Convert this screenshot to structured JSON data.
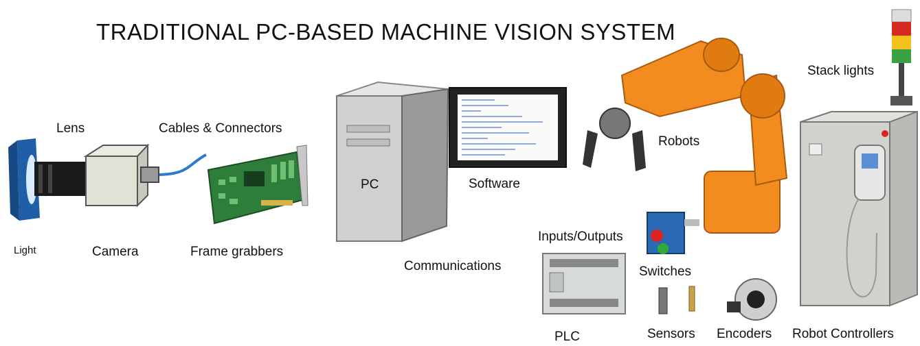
{
  "title": "TRADITIONAL PC-BASED MACHINE VISION SYSTEM",
  "labels": {
    "lens": "Lens",
    "cables": "Cables & Connectors",
    "light": "Light",
    "camera": "Camera",
    "frame_grabbers": "Frame grabbers",
    "pc": "PC",
    "software": "Software",
    "communications": "Communications",
    "robots": "Robots",
    "inputs_outputs": "Inputs/Outputs",
    "switches": "Switches",
    "plc": "PLC",
    "sensors": "Sensors",
    "encoders": "Encoders",
    "stack_lights": "Stack lights",
    "robot_controllers": "Robot Controllers"
  },
  "colors": {
    "robot_orange": "#f28c1e",
    "board_green": "#2f7d3a",
    "light_blue": "#1e5fa8",
    "cable_blue": "#2a7bd0"
  }
}
